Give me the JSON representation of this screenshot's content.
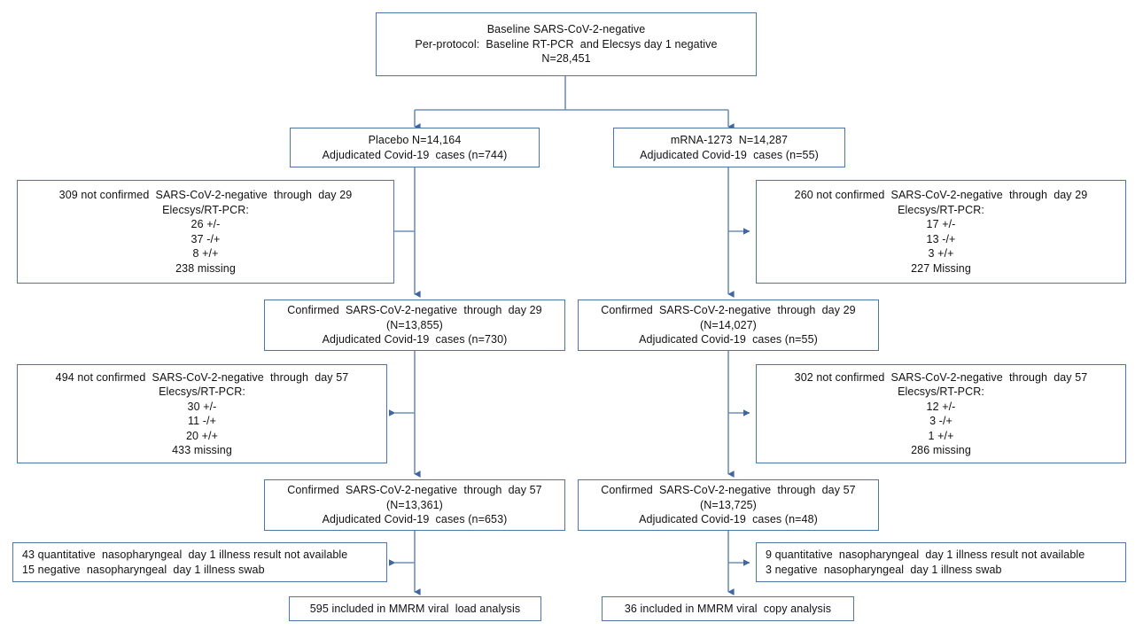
{
  "meta": {
    "title": "CONSORT-style participant flow diagram",
    "accent_border": "#4e75a8",
    "connector_color": "#4e75a8",
    "background": "#ffffff",
    "text_color": "#111111"
  },
  "nodes": {
    "baseline": {
      "lines": [
        "Baseline SARS-CoV-2-negative",
        "Per-protocol:  Baseline RT-PCR  and Elecsys day 1 negative",
        "N=28,451"
      ]
    },
    "placebo_arm": {
      "lines": [
        "Placebo N=14,164",
        "Adjudicated Covid-19  cases (n=744)"
      ]
    },
    "vaccine_arm": {
      "lines": [
        "mRNA-1273  N=14,287",
        "Adjudicated Covid-19  cases (n=55)"
      ]
    },
    "placebo_excl_d29": {
      "lines": [
        "309 not confirmed  SARS-CoV-2-negative  through  day 29",
        "Elecsys/RT-PCR:",
        "26 +/-",
        "37 -/+",
        "8 +/+",
        "238 missing"
      ]
    },
    "vaccine_excl_d29": {
      "lines": [
        "260 not confirmed  SARS-CoV-2-negative  through  day 29",
        "Elecsys/RT-PCR:",
        "17 +/-",
        "13 -/+",
        "3 +/+",
        "227 Missing"
      ]
    },
    "placebo_conf_d29": {
      "lines": [
        "Confirmed  SARS-CoV-2-negative  through  day 29",
        "(N=13,855)",
        "Adjudicated Covid-19  cases (n=730)"
      ]
    },
    "vaccine_conf_d29": {
      "lines": [
        "Confirmed  SARS-CoV-2-negative  through  day 29",
        "(N=14,027)",
        "Adjudicated Covid-19  cases (n=55)"
      ]
    },
    "placebo_excl_d57": {
      "lines": [
        "494 not confirmed  SARS-CoV-2-negative  through  day 57",
        "Elecsys/RT-PCR:",
        "30 +/-",
        "11 -/+",
        "20 +/+",
        "433 missing"
      ]
    },
    "vaccine_excl_d57": {
      "lines": [
        "302 not confirmed  SARS-CoV-2-negative  through  day 57",
        "Elecsys/RT-PCR:",
        "12 +/-",
        "3 -/+",
        "1 +/+",
        "286 missing"
      ]
    },
    "placebo_conf_d57": {
      "lines": [
        "Confirmed  SARS-CoV-2-negative  through  day 57",
        "(N=13,361)",
        "Adjudicated Covid-19  cases (n=653)"
      ]
    },
    "vaccine_conf_d57": {
      "lines": [
        "Confirmed  SARS-CoV-2-negative  through  day 57",
        "(N=13,725)",
        "Adjudicated Covid-19  cases (n=48)"
      ]
    },
    "placebo_excl_swab": {
      "lines": [
        "43 quantitative  nasopharyngeal  day 1 illness result not available",
        "15 negative  nasopharyngeal  day 1 illness swab"
      ]
    },
    "vaccine_excl_swab": {
      "lines": [
        "9 quantitative  nasopharyngeal  day 1 illness result not available",
        "3 negative  nasopharyngeal  day 1 illness swab"
      ]
    },
    "placebo_final": {
      "lines": [
        "595 included in MMRM viral  load analysis"
      ]
    },
    "vaccine_final": {
      "lines": [
        "36 included in MMRM viral  copy analysis"
      ]
    }
  },
  "chart_data": {
    "type": "flowchart",
    "title": "Per-protocol baseline SARS-CoV-2-negative participant flow",
    "total_n": 28451,
    "arms": [
      {
        "name": "Placebo",
        "n": 14164,
        "adjudicated_covid19_cases": 744,
        "steps": [
          {
            "label": "not confirmed SARS-CoV-2-negative through day 29",
            "excluded": 309,
            "breakdown": {
              "+/-": 26,
              "-/+": 37,
              "+/+": 8,
              "missing": 238
            }
          },
          {
            "label": "Confirmed SARS-CoV-2-negative through day 29",
            "n": 13855,
            "adjudicated_covid19_cases": 730
          },
          {
            "label": "not confirmed SARS-CoV-2-negative through day 57",
            "excluded": 494,
            "breakdown": {
              "+/-": 30,
              "-/+": 11,
              "+/+": 20,
              "missing": 433
            }
          },
          {
            "label": "Confirmed SARS-CoV-2-negative through day 57",
            "n": 13361,
            "adjudicated_covid19_cases": 653
          },
          {
            "label": "nasopharyngeal day 1 illness exclusions",
            "result_not_available": 43,
            "negative_swab": 15
          },
          {
            "label": "included in MMRM viral load analysis",
            "n": 595
          }
        ]
      },
      {
        "name": "mRNA-1273",
        "n": 14287,
        "adjudicated_covid19_cases": 55,
        "steps": [
          {
            "label": "not confirmed SARS-CoV-2-negative through day 29",
            "excluded": 260,
            "breakdown": {
              "+/-": 17,
              "-/+": 13,
              "+/+": 3,
              "Missing": 227
            }
          },
          {
            "label": "Confirmed SARS-CoV-2-negative through day 29",
            "n": 14027,
            "adjudicated_covid19_cases": 55
          },
          {
            "label": "not confirmed SARS-CoV-2-negative through day 57",
            "excluded": 302,
            "breakdown": {
              "+/-": 12,
              "-/+": 3,
              "+/+": 1,
              "missing": 286
            }
          },
          {
            "label": "Confirmed SARS-CoV-2-negative through day 57",
            "n": 13725,
            "adjudicated_covid19_cases": 48
          },
          {
            "label": "nasopharyngeal day 1 illness exclusions",
            "result_not_available": 9,
            "negative_swab": 3
          },
          {
            "label": "included in MMRM viral copy analysis",
            "n": 36
          }
        ]
      }
    ]
  }
}
